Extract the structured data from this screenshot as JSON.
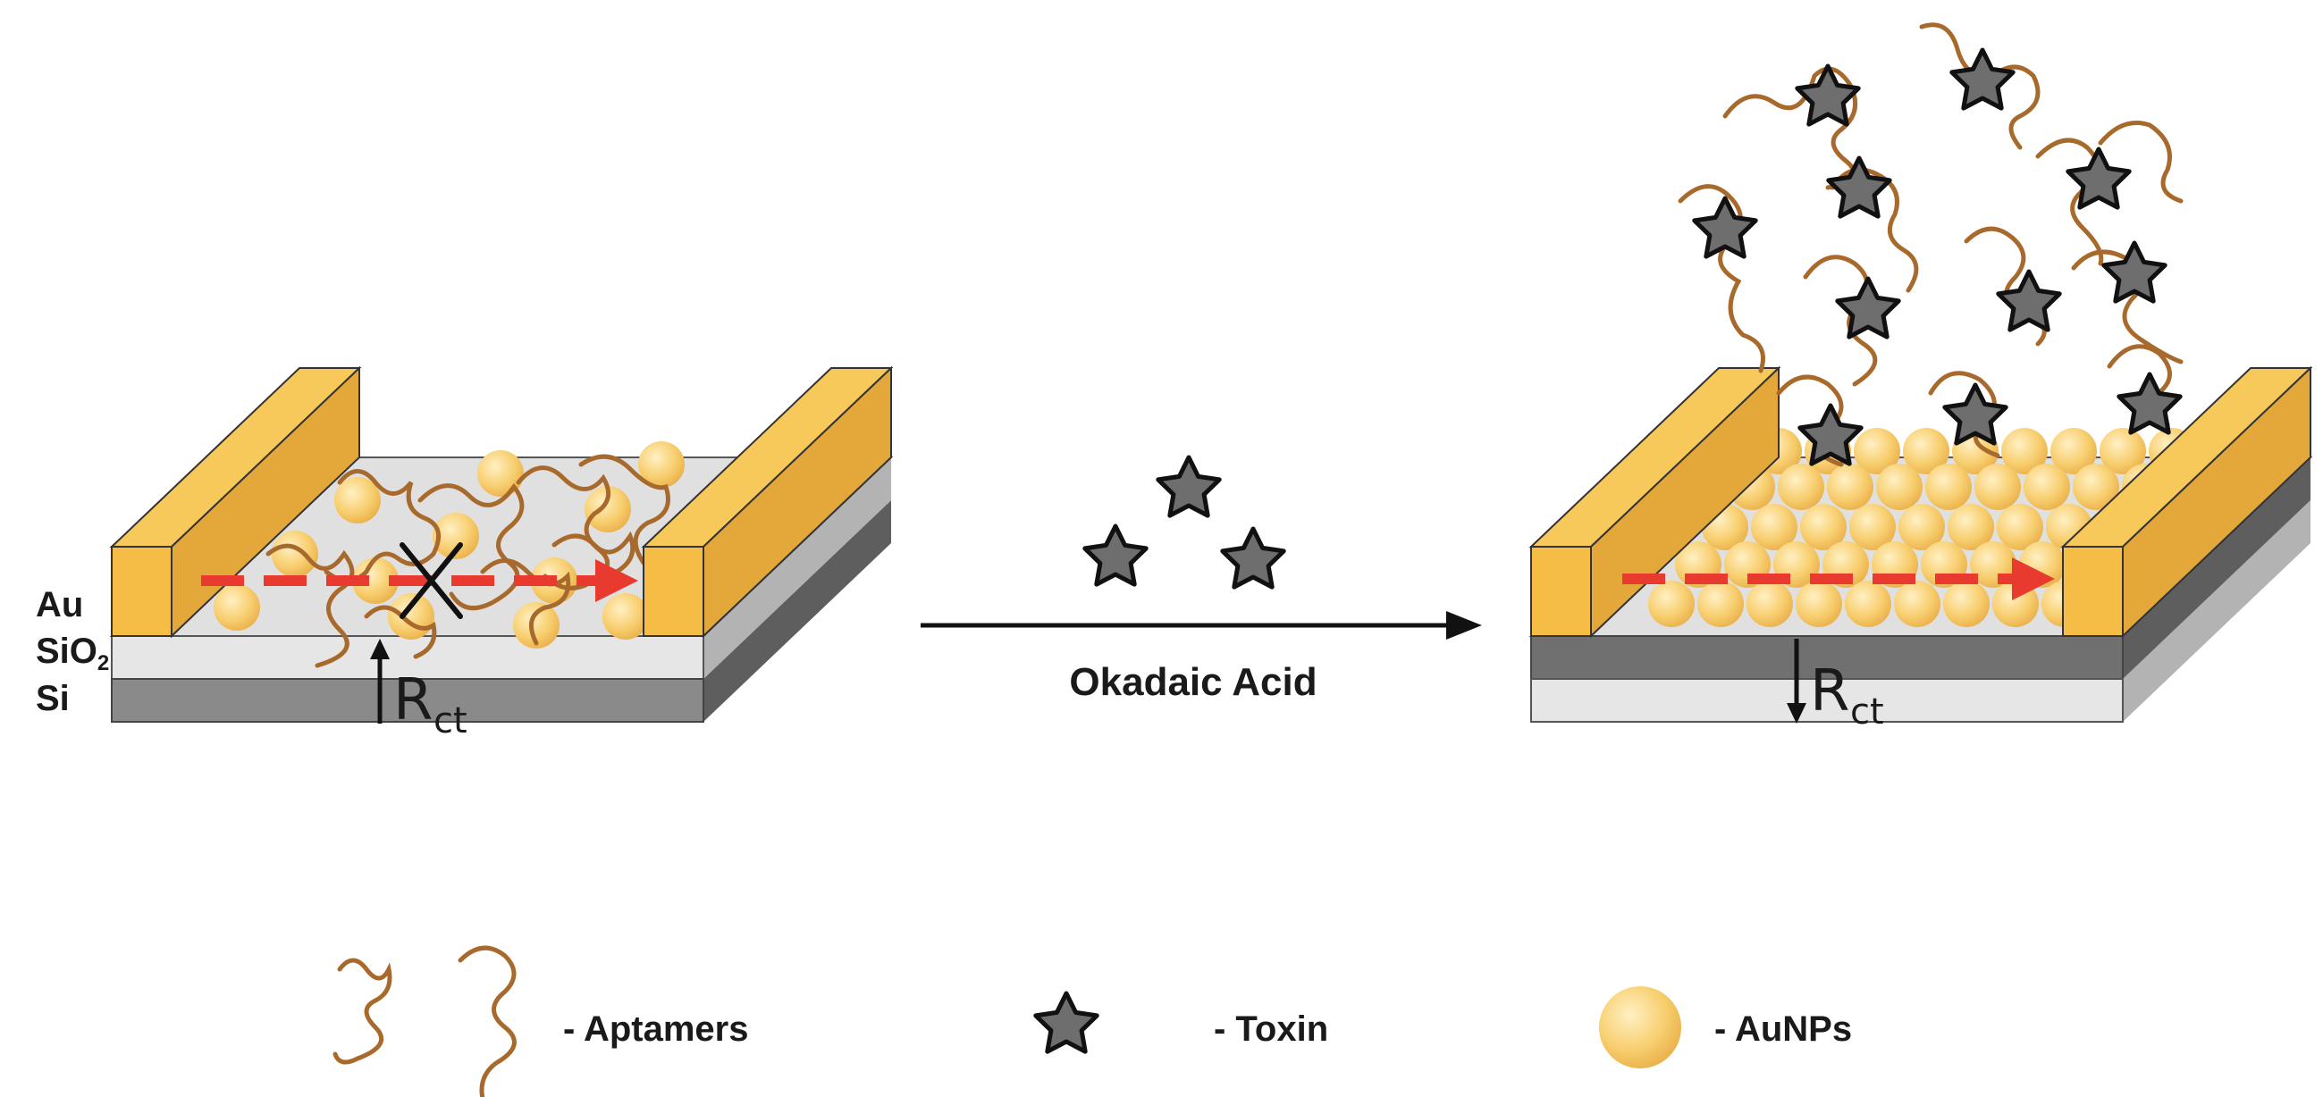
{
  "layers": {
    "au": "Au",
    "sio2_base": "SiO",
    "sio2_sub": "2",
    "si": "Si"
  },
  "resistance": {
    "symbol": "R",
    "sub": "ct"
  },
  "reaction_label": "Okadaic Acid",
  "legend": {
    "aptamers": "- Aptamers",
    "toxin": "- Toxin",
    "aunps": "- AuNPs"
  },
  "colors": {
    "gold": "#f5bd45",
    "gold_dark": "#d99a2b",
    "aptamer": "#a86a2c",
    "toxin": "#707070",
    "arrow_red": "#e83a2e",
    "sio2": "#e3e3e3",
    "si": "#8a8a8a"
  }
}
